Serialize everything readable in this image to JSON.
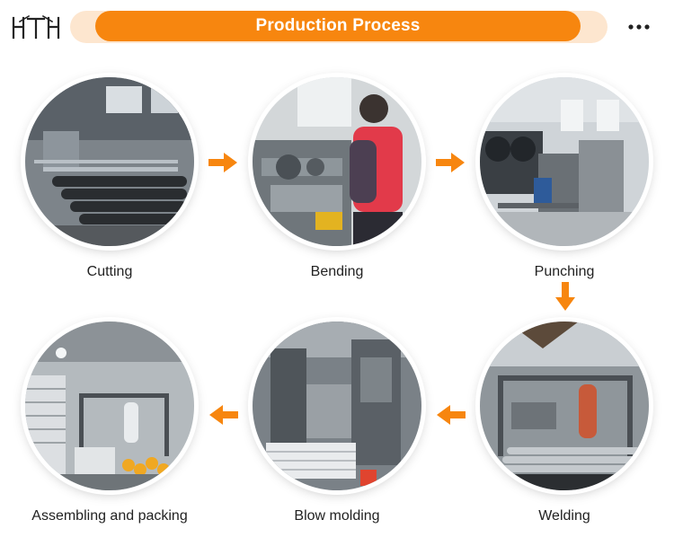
{
  "header": {
    "title": "Production Process",
    "logo_text": "HTH"
  },
  "steps": [
    {
      "label": "Cutting"
    },
    {
      "label": "Bending"
    },
    {
      "label": "Punching"
    },
    {
      "label": "Welding"
    },
    {
      "label": "Blow molding"
    },
    {
      "label": "Assembling and packing"
    }
  ],
  "colors": {
    "accent": "#f7860f",
    "accent_light": "#fde6cf"
  }
}
